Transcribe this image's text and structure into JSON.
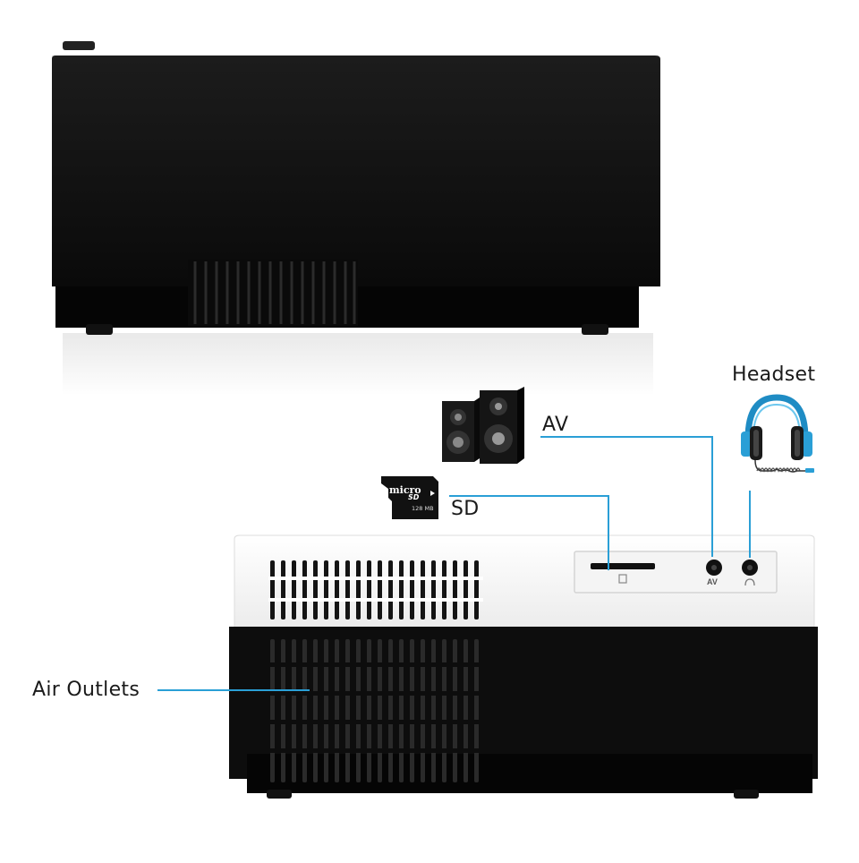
{
  "labels": {
    "headset": "Headset",
    "av": "AV",
    "sd": "SD",
    "air_outlets": "Air Outlets"
  },
  "sd_card": {
    "brand_top": "micro",
    "brand_bottom": "SD",
    "capacity": "128 MB"
  },
  "port_panel": {
    "av_port_label": "AV"
  },
  "colors": {
    "leader_line": "#2a9fd6",
    "headset_blue": "#2a9fd6",
    "projector_black": "#0d0d0d",
    "projector_white": "#f7f7f7"
  }
}
